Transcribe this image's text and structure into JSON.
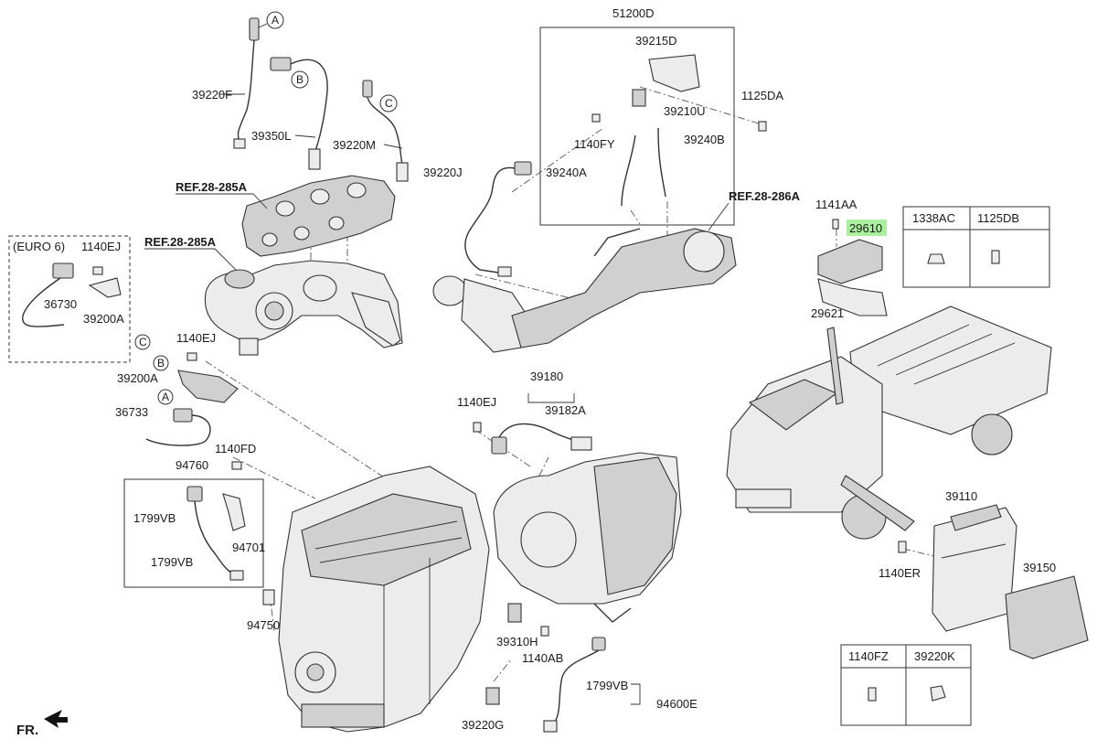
{
  "labels": {
    "p51200D": "51200D",
    "p39215D": "39215D",
    "p1125DA": "1125DA",
    "p39210U": "39210U",
    "p1140FY": "1140FY",
    "p39240B": "39240B",
    "p39240A": "39240A",
    "p39220J": "39220J",
    "p1141AA": "1141AA",
    "p29610": "29610",
    "p29621": "29621",
    "p1338AC": "1338AC",
    "p1125DB": "1125DB",
    "p39220F": "39220F",
    "p39350L": "39350L",
    "p39220M": "39220M",
    "ref285A_top": "REF.28-285A",
    "ref285A_mid": "REF.28-285A",
    "ref286A": "REF.28-286A",
    "euro6": "(EURO 6)",
    "p1140EJ_a": "1140EJ",
    "p36730": "36730",
    "p39200A_a": "39200A",
    "p1140EJ_b": "1140EJ",
    "p39200A_b": "39200A",
    "p36733": "36733",
    "p1140FD": "1140FD",
    "p94760": "94760",
    "p1799VB_a": "1799VB",
    "p94701": "94701",
    "p1799VB_b": "1799VB",
    "p94750": "94750",
    "p39180": "39180",
    "p1140EJ_c": "1140EJ",
    "p39182A": "39182A",
    "p39310H": "39310H",
    "p1140AB": "1140AB",
    "p1799VB_c": "1799VB",
    "p94600E": "94600E",
    "p39220G": "39220G",
    "p39110": "39110",
    "p1140ER": "1140ER",
    "p39150": "39150",
    "p1140FZ": "1140FZ",
    "p39220K": "39220K",
    "fr": "FR."
  },
  "callouts": {
    "A1": "A",
    "B1": "B",
    "C1": "C",
    "C2": "C",
    "B2": "B",
    "A2": "A"
  },
  "colors": {
    "highlight": "#a9ef9d",
    "line": "#333333"
  }
}
